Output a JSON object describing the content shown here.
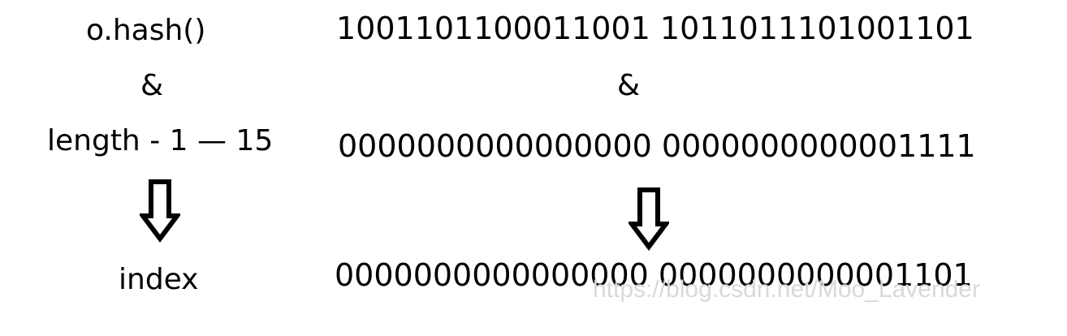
{
  "left": {
    "hash_label": "o.hash()",
    "and_symbol": "&",
    "mask_label": "length - 1 — 15",
    "arrow_icon": "down-arrow-icon",
    "result_label": "index"
  },
  "right": {
    "hash_bits": "1001101100011001 1011011101001101",
    "and_symbol": "&",
    "mask_bits": "0000000000000000 0000000000001111",
    "arrow_icon": "down-arrow-icon",
    "result_bits": "0000000000000000 0000000000001101"
  },
  "watermark": "https://blog.csdn.net/Moo_Lavender"
}
